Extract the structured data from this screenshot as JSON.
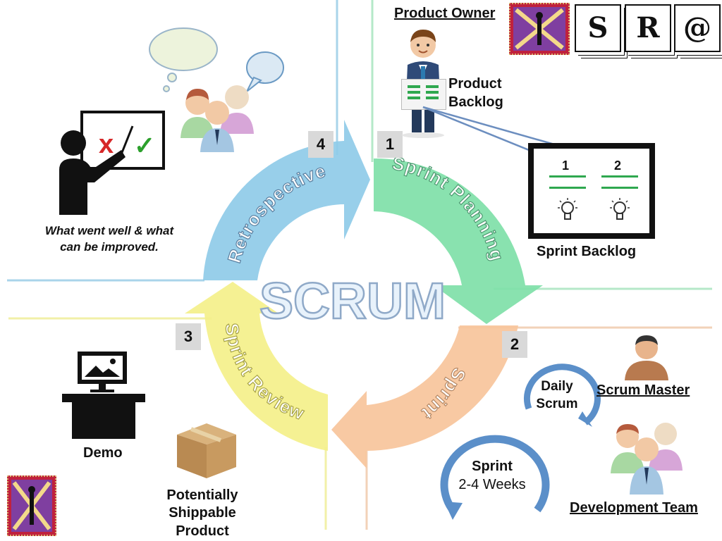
{
  "title": "SCRUM",
  "steps": [
    {
      "number": "1",
      "label": "Sprint Planning"
    },
    {
      "number": "2",
      "label": "Sprint"
    },
    {
      "number": "3",
      "label": "Sprint Review"
    },
    {
      "number": "4",
      "label": "Retrospective"
    }
  ],
  "product_owner": "Product Owner",
  "product_backlog_line1": "Product",
  "product_backlog_line2": "Backlog",
  "sprint_backlog": {
    "title": "Sprint Backlog",
    "item1": "1",
    "item2": "2"
  },
  "retrospective_caption_line1": "What went well & what",
  "retrospective_caption_line2": "can be improved.",
  "daily_scrum_line1": "Daily",
  "daily_scrum_line2": "Scrum",
  "sprint_cycle_line1": "Sprint",
  "sprint_cycle_line2": "2-4 Weeks",
  "scrum_master": "Scrum Master",
  "development_team": "Development Team",
  "demo": "Demo",
  "shippable_line1": "Potentially",
  "shippable_line2": "Shippable",
  "shippable_line3": "Product",
  "logo_letters": [
    "S",
    "R",
    "@"
  ],
  "colors": {
    "planning": "#7fe0a8",
    "sprint": "#f7c49b",
    "review": "#f4f08a",
    "retrospective": "#8fcbe8",
    "title_fill": "#e8f2fb",
    "title_stroke": "#8fa9c8"
  }
}
